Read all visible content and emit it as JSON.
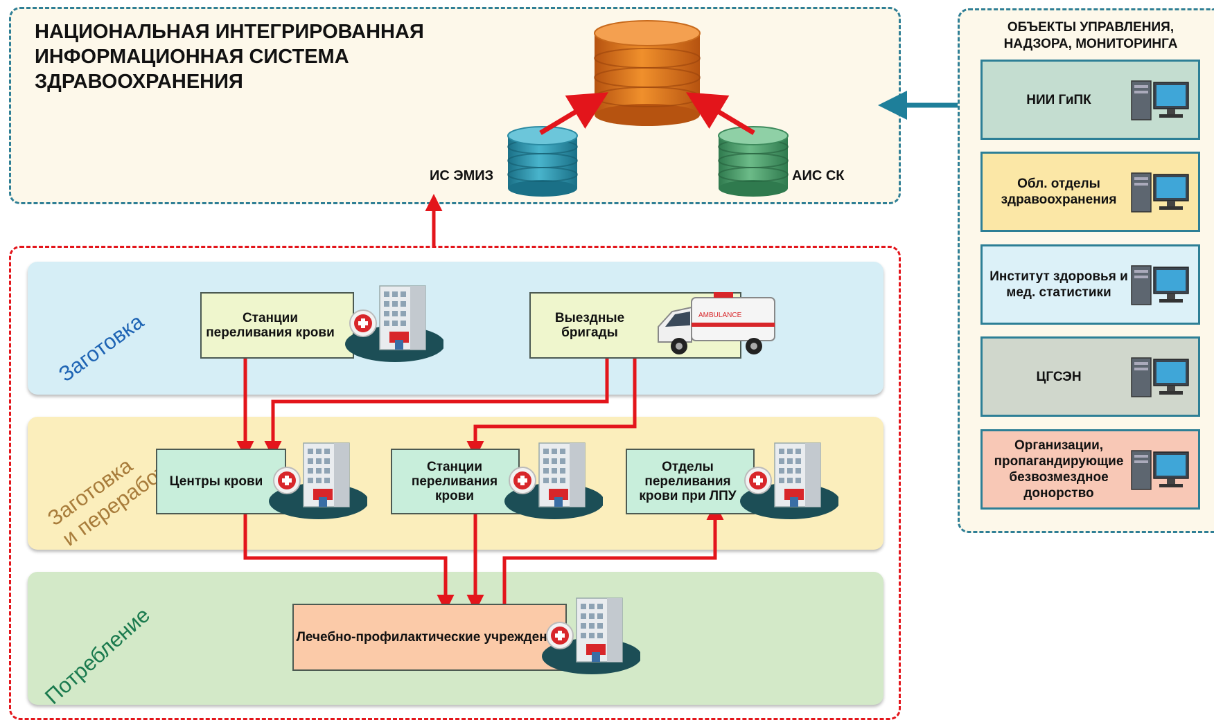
{
  "national_system": {
    "title_lines": [
      "НАЦИОНАЛЬНАЯ ИНТЕГРИРОВАННАЯ",
      "ИНФОРМАЦИОННАЯ СИСТЕМА",
      "ЗДРАВООХРАНЕНИЯ"
    ],
    "db_left_label": "ИС ЭМИЗ",
    "db_right_label": "АИС СК"
  },
  "control_objects": {
    "header_lines": [
      "ОБЪЕКТЫ УПРАВЛЕНИЯ,",
      "НАДЗОРА, МОНИТОРИНГА"
    ],
    "items": [
      {
        "label": "НИИ ГиПК",
        "color": "#c4ddd0"
      },
      {
        "label": "Обл. отделы здравоохранения",
        "color": "#fbe7a6"
      },
      {
        "label": "Институт здоровья и мед. статистики",
        "color": "#dcf1f8"
      },
      {
        "label": "ЦГСЭН",
        "color": "#d0d7cc"
      },
      {
        "label": "Организации, пропагандирующие безвозмездное донорство",
        "color": "#f8c8b6"
      }
    ]
  },
  "stages": {
    "collection": {
      "label": "Заготовка",
      "color": "#d6eef6"
    },
    "processing": {
      "label_line1": "Заготовка",
      "label_line2": "и переработка",
      "color": "#fbeebc"
    },
    "consumption": {
      "label": "Потребление",
      "color": "#d3e9c8"
    }
  },
  "nodes": {
    "stations_top": "Станции переливания крови",
    "mobile_teams": "Выездные бригады",
    "blood_centers": "Центры крови",
    "stations_mid": "Станции переливания крови",
    "transfusion_depts": "Отделы переливания крови при ЛПУ",
    "treatment_facilities": "Лечебно-профилактические учреждения"
  },
  "ambulance_text": "AMBULANCE",
  "colors": {
    "arrow_red": "#e3151b",
    "arrow_blue": "#1e7f9a",
    "db_orange": "#e3781c",
    "db_blue": "#2f9cb7",
    "db_green": "#4f9e6f"
  },
  "icons": [
    "database-icon",
    "hospital-building-icon",
    "ambulance-icon",
    "computer-icon"
  ]
}
